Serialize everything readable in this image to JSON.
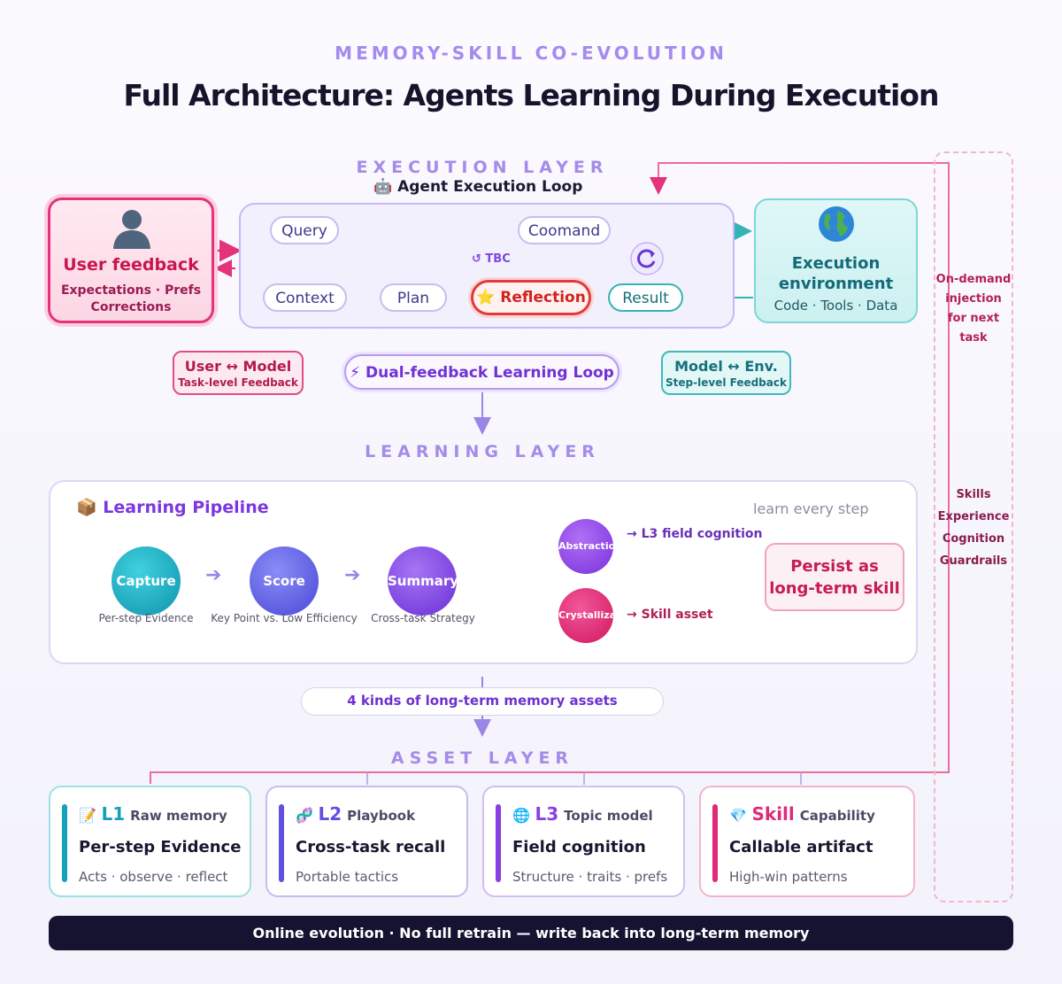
{
  "header": {
    "eyebrow": "MEMORY-SKILL CO-EVOLUTION",
    "title": "Full Architecture: Agents Learning During Execution"
  },
  "execution": {
    "layer_label": "EXECUTION LAYER",
    "loop_label": "🤖 Agent Execution Loop",
    "user": {
      "title": "User feedback",
      "line1": "Expectations · Prefs",
      "line2": "Corrections"
    },
    "nodes": {
      "query": "Query",
      "context": "Context",
      "plan": "Plan",
      "command": "Coomand",
      "reflection": "⭐ Reflection",
      "result": "Result",
      "tbc": "↺ TBC"
    },
    "env": {
      "title_line1": "Execution",
      "title_line2": "environment",
      "sub": "Code · Tools · Data"
    },
    "chips": {
      "user_model": "User ↔ Model",
      "user_model_sub": "Task-level Feedback",
      "model_env": "Model ↔ Env.",
      "model_env_sub": "Step-level Feedback"
    },
    "dual_loop": "⚡ Dual-feedback Learning Loop"
  },
  "learning": {
    "layer_label": "LEARNING LAYER",
    "pipeline_title": "📦 Learning Pipeline",
    "learn_every": "learn every step",
    "steps": [
      {
        "name": "Capture",
        "label": "Per-step Evidence",
        "color": "#12a3b8"
      },
      {
        "name": "Score",
        "label": "Key Point vs. Low Efficiency",
        "color": "#5b5ce3"
      },
      {
        "name": "Summary",
        "label": "Cross-task Strategy",
        "color": "#7d3fe0"
      }
    ],
    "branches": [
      {
        "name": "Abstraction",
        "output": "→ L3 field cognition",
        "color": "#8a3fe3"
      },
      {
        "name": "Crystallization",
        "output": "→ Skill asset",
        "color": "#e02a78"
      }
    ],
    "persist_line1": "Persist as",
    "persist_line2": "long-term skill"
  },
  "asset": {
    "kinds_label": "4 kinds of long-term memory assets",
    "layer_label": "ASSET LAYER",
    "cards": [
      {
        "icon": "📝",
        "code": "L1",
        "kind": "Raw memory",
        "title": "Per-step Evidence",
        "sub": "Acts · observe · reflect",
        "color": "#12a3b8",
        "border": "#9fe0e4"
      },
      {
        "icon": "🧬",
        "code": "L2",
        "kind": "Playbook",
        "title": "Cross-task recall",
        "sub": "Portable tactics",
        "color": "#6050e0",
        "border": "#c3bdf2"
      },
      {
        "icon": "🌐",
        "code": "L3",
        "kind": "Topic model",
        "title": "Field cognition",
        "sub": "Structure · traits · prefs",
        "color": "#8a3fe3",
        "border": "#d2bff2"
      },
      {
        "icon": "💎",
        "code": "Skill",
        "kind": "Capability",
        "title": "Callable artifact",
        "sub": "High-win patterns",
        "color": "#e02a78",
        "border": "#f4b3cc"
      }
    ]
  },
  "side": {
    "injection": [
      "On-demand",
      "injection",
      "for next",
      "task"
    ],
    "assets": [
      "Skills",
      "Experience",
      "Cognition",
      "Guardrails"
    ]
  },
  "footer": "Online evolution · No full retrain — write back into long-term memory",
  "colors": {
    "pink": "#e4337a",
    "teal": "#35b3b5",
    "purple": "#a58af0",
    "navy": "#151330"
  }
}
